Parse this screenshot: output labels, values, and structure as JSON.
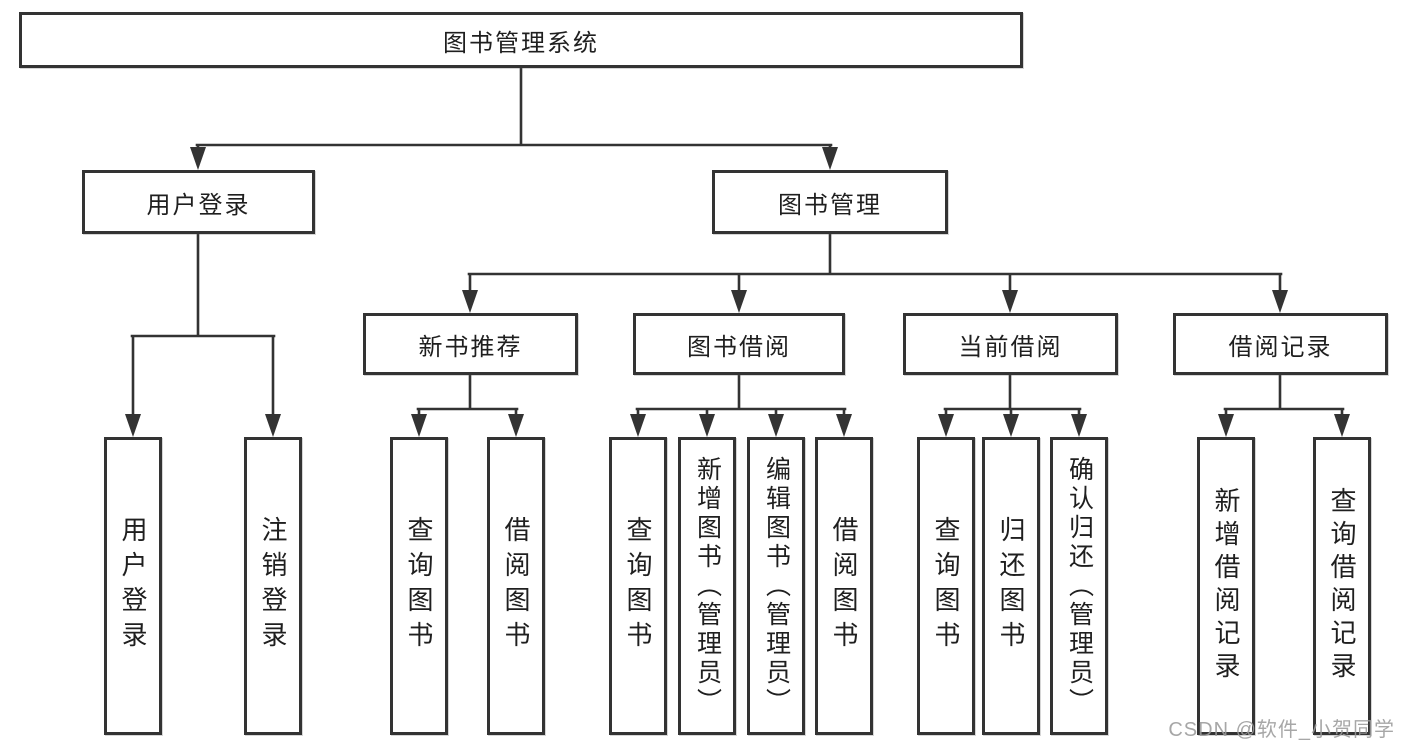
{
  "title": "图书管理系统",
  "tree": {
    "root": {
      "label": "图书管理系统"
    },
    "branches": [
      {
        "label": "用户登录",
        "children": [
          "用户登录",
          "注销登录"
        ]
      },
      {
        "label": "图书管理",
        "children": [
          {
            "label": "新书推荐",
            "children": [
              "查询图书",
              "借阅图书"
            ]
          },
          {
            "label": "图书借阅",
            "children": [
              "查询图书",
              "新增图书（管理员）",
              "编辑图书（管理员）",
              "借阅图书"
            ]
          },
          {
            "label": "当前借阅",
            "children": [
              "查询图书",
              "归还图书",
              "确认归还（管理员）"
            ]
          },
          {
            "label": "借阅记录",
            "children": [
              "新增借阅记录",
              "查询借阅记录"
            ]
          }
        ]
      }
    ]
  },
  "watermark": "CSDN @软件_小贺同学",
  "colors": {
    "line": "#333333",
    "text": "#1f1f1f",
    "box_bg": "#ffffff",
    "page_bg": "#ffffff",
    "wm": "#9b9b9b"
  }
}
